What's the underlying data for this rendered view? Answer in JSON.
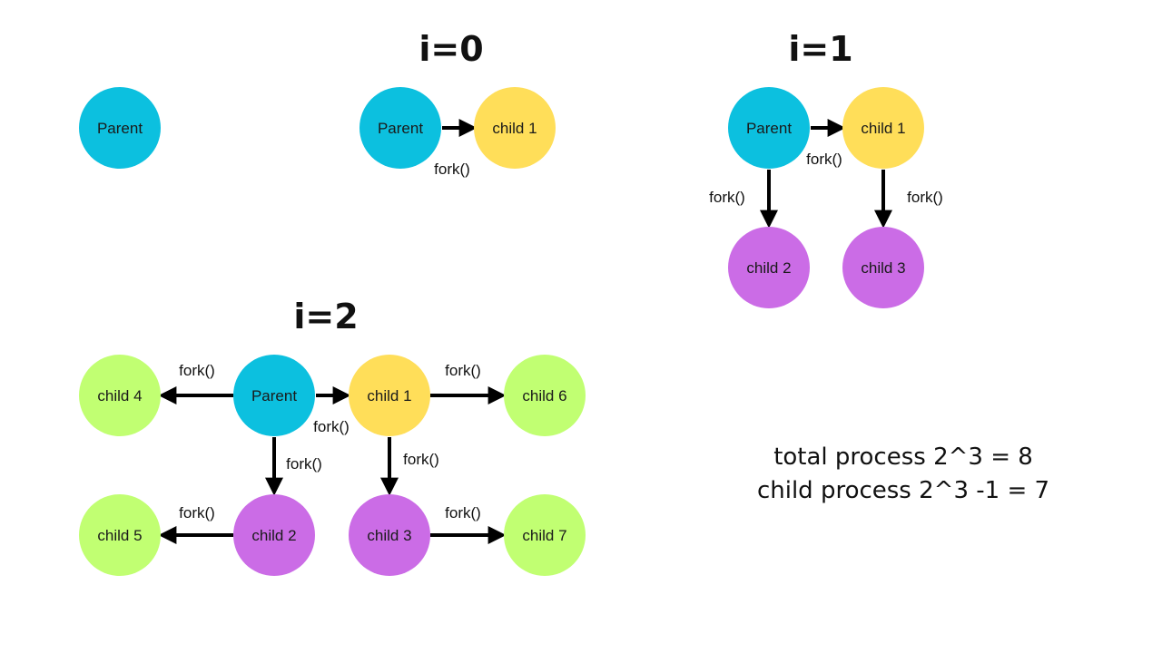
{
  "colors": {
    "parent": "#0cc0df",
    "child1": "#ffde59",
    "gen2": "#cb6ce6",
    "gen3": "#c1ff72",
    "arrow": "#000000"
  },
  "stage0": {
    "parent_label": "Parent"
  },
  "stage_i0": {
    "title": "i=0",
    "parent_label": "Parent",
    "child1_label": "child 1",
    "fork_label": "fork()"
  },
  "stage_i1": {
    "title": "i=1",
    "parent_label": "Parent",
    "child1_label": "child 1",
    "child2_label": "child 2",
    "child3_label": "child 3",
    "fork_p_c1": "fork()",
    "fork_p_c2": "fork()",
    "fork_c1_c3": "fork()"
  },
  "stage_i2": {
    "title": "i=2",
    "parent_label": "Parent",
    "child1_label": "child 1",
    "child2_label": "child 2",
    "child3_label": "child 3",
    "child4_label": "child 4",
    "child5_label": "child 5",
    "child6_label": "child 6",
    "child7_label": "child 7",
    "fork_p_c4": "fork()",
    "fork_p_c1": "fork()",
    "fork_c1_c6": "fork()",
    "fork_p_c2": "fork()",
    "fork_c1_c3": "fork()",
    "fork_c2_c5": "fork()",
    "fork_c3_c7": "fork()"
  },
  "summary": {
    "total": "total process 2^3 = 8",
    "child": "child process 2^3 -1 = 7"
  }
}
